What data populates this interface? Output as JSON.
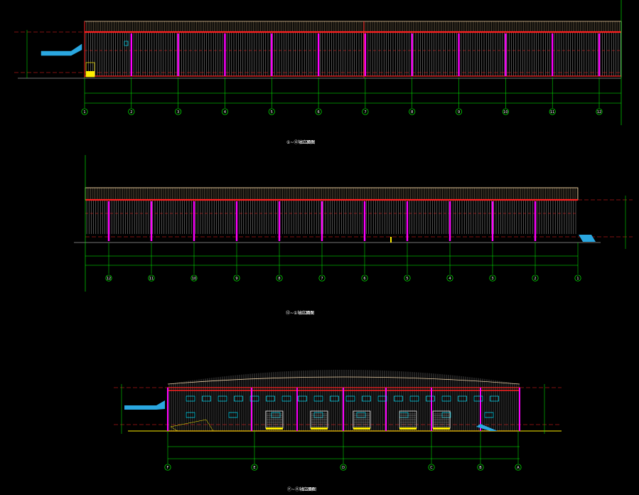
{
  "drawing": {
    "elevation_a_axes": [
      "1",
      "2",
      "3",
      "4",
      "5",
      "6",
      "7",
      "8",
      "9",
      "10",
      "11",
      "12"
    ],
    "elevation_a_title": "①~⑫轴立面图",
    "elevation_a_scale": "1:200",
    "elevation_b_axes": [
      "12",
      "11",
      "10",
      "9",
      "8",
      "7",
      "6",
      "5",
      "4",
      "3",
      "2",
      "1"
    ],
    "elevation_b_title": "⑫~①轴立面图",
    "elevation_b_scale": "1:200",
    "elevation_c_axes": [
      "F",
      "E",
      "D",
      "C",
      "B",
      "A"
    ],
    "elevation_c_title": "Ⓕ~Ⓐ轴立面图",
    "elevation_c_scale": "1:200"
  },
  "colors": {
    "background": "#000000",
    "axis_green": "#00ff00",
    "column_magenta": "#ff00ff",
    "beam_red": "#ff2020",
    "cladding_white": "#e8e8e8",
    "roof_tan": "#e8c89a",
    "window_cyan": "#00e5ff",
    "canopy_blue": "#2aa7e0",
    "door_yellow": "#ffee00"
  }
}
